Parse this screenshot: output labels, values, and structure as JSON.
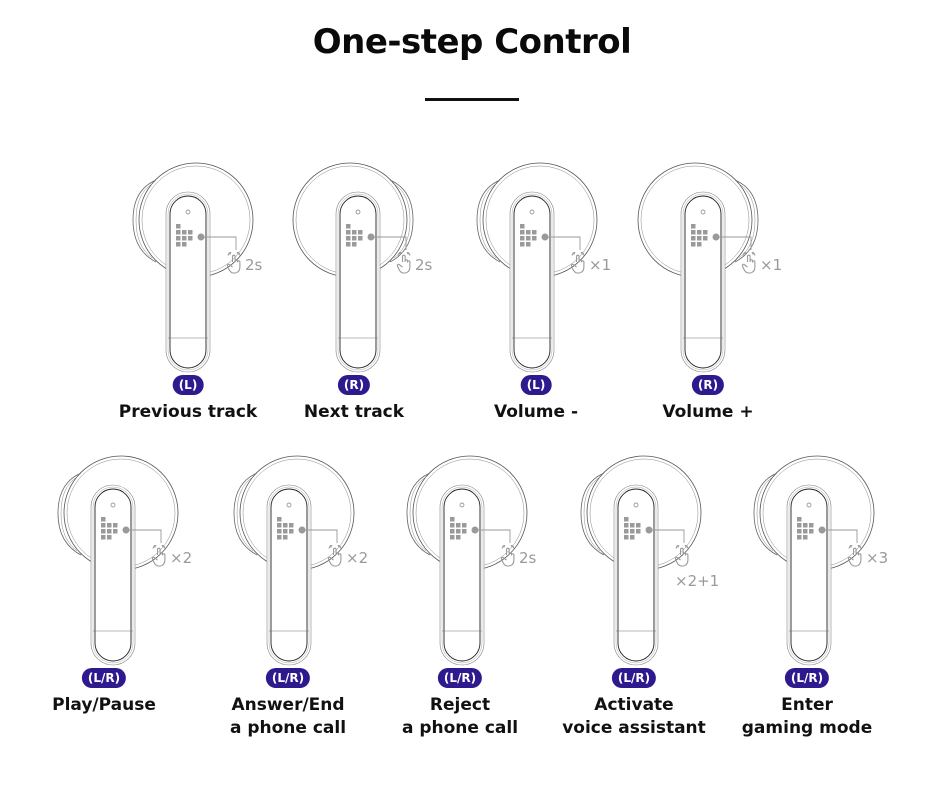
{
  "header": {
    "title": "One-step Control"
  },
  "colors": {
    "badge": "#2e1a8e",
    "gesture": "#9a9a9a",
    "outline": "#333333"
  },
  "controls": [
    {
      "side": "(L)",
      "gesture": "2s",
      "label_line1": "Previous track",
      "label_line2": "",
      "ear": "left",
      "icon": "touch-hand-icon"
    },
    {
      "side": "(R)",
      "gesture": "2s",
      "label_line1": "Next track",
      "label_line2": "",
      "ear": "right",
      "icon": "touch-hand-icon"
    },
    {
      "side": "(L)",
      "gesture": "×1",
      "label_line1": "Volume -",
      "label_line2": "",
      "ear": "left",
      "icon": "touch-hand-icon"
    },
    {
      "side": "(R)",
      "gesture": "×1",
      "label_line1": "Volume +",
      "label_line2": "",
      "ear": "right",
      "icon": "touch-hand-icon"
    },
    {
      "side": "(L/R)",
      "gesture": "×2",
      "label_line1": "Play/Pause",
      "label_line2": "",
      "ear": "left",
      "icon": "touch-hand-icon"
    },
    {
      "side": "(L/R)",
      "gesture": "×2",
      "label_line1": "Answer/End",
      "label_line2": "a phone call",
      "ear": "left",
      "icon": "touch-hand-icon"
    },
    {
      "side": "(L/R)",
      "gesture": "2s",
      "label_line1": "Reject",
      "label_line2": "a phone call",
      "ear": "left",
      "icon": "touch-hand-icon"
    },
    {
      "side": "(L/R)",
      "gesture": "×2+1",
      "label_line1": "Activate",
      "label_line2": "voice assistant",
      "ear": "left",
      "icon": "touch-hand-icon"
    },
    {
      "side": "(L/R)",
      "gesture": "×3",
      "label_line1": "Enter",
      "label_line2": "gaming mode",
      "ear": "left",
      "icon": "touch-hand-icon"
    }
  ]
}
